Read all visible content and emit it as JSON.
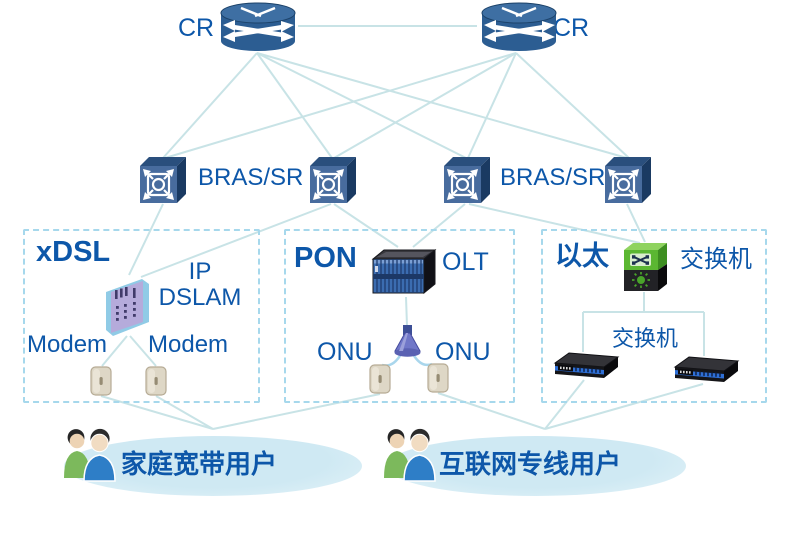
{
  "core_layer": {
    "cr_left": "CR",
    "cr_right": "CR"
  },
  "aggregation_layer": {
    "bras_left": "BRAS/SR",
    "bras_right": "BRAS/SR"
  },
  "access": {
    "xdsl": {
      "title": "xDSL",
      "dslam_line1": "IP",
      "dslam_line2": "DSLAM",
      "modem_left": "Modem",
      "modem_right": "Modem"
    },
    "pon": {
      "title": "PON",
      "olt": "OLT",
      "onu_left": "ONU",
      "onu_right": "ONU"
    },
    "ethernet": {
      "title": "以太",
      "switch_top": "交换机",
      "switch_bottom": "交换机"
    }
  },
  "users": {
    "home_broadband": "家庭宽带用户",
    "internet_leased_line": "互联网专线用户"
  },
  "icons": {
    "cr": "core-router-icon",
    "bras": "bras-sr-router-icon",
    "dslam": "ip-dslam-icon",
    "olt": "olt-chassis-icon",
    "splitter": "optical-splitter-icon",
    "modem": "modem-icon",
    "onu": "onu-icon",
    "ethernet_core_switch": "ethernet-switch-icon",
    "access_switch": "desktop-switch-icon",
    "user_group": "user-group-icon"
  },
  "colors": {
    "label_blue": "#0d57a9",
    "line_teal": "#c8e3e6",
    "box_dash_blue": "#a6d8ec",
    "ellipse_fill": "#d2eaf4",
    "device_navy": "#2c5d92",
    "switch_green": "#5bb732",
    "modem_beige": "#ded7c6",
    "splitter_purple": "#7077c8"
  }
}
